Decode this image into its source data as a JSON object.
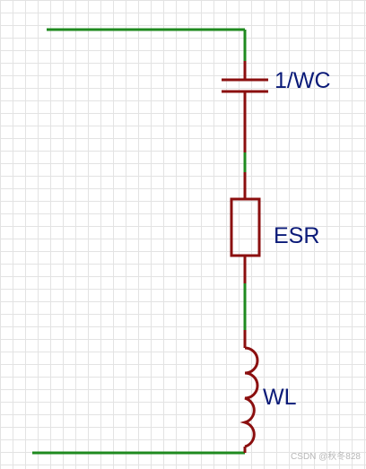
{
  "diagram": {
    "labels": {
      "capacitor": "1/WC",
      "resistor": "ESR",
      "inductor": "WL"
    },
    "colors": {
      "wire": "#1f8a1f",
      "component": "#8b0f0f",
      "label": "#0a1a78",
      "grid": "#e3e3e3"
    }
  },
  "watermark": "CSDN @秋冬828"
}
